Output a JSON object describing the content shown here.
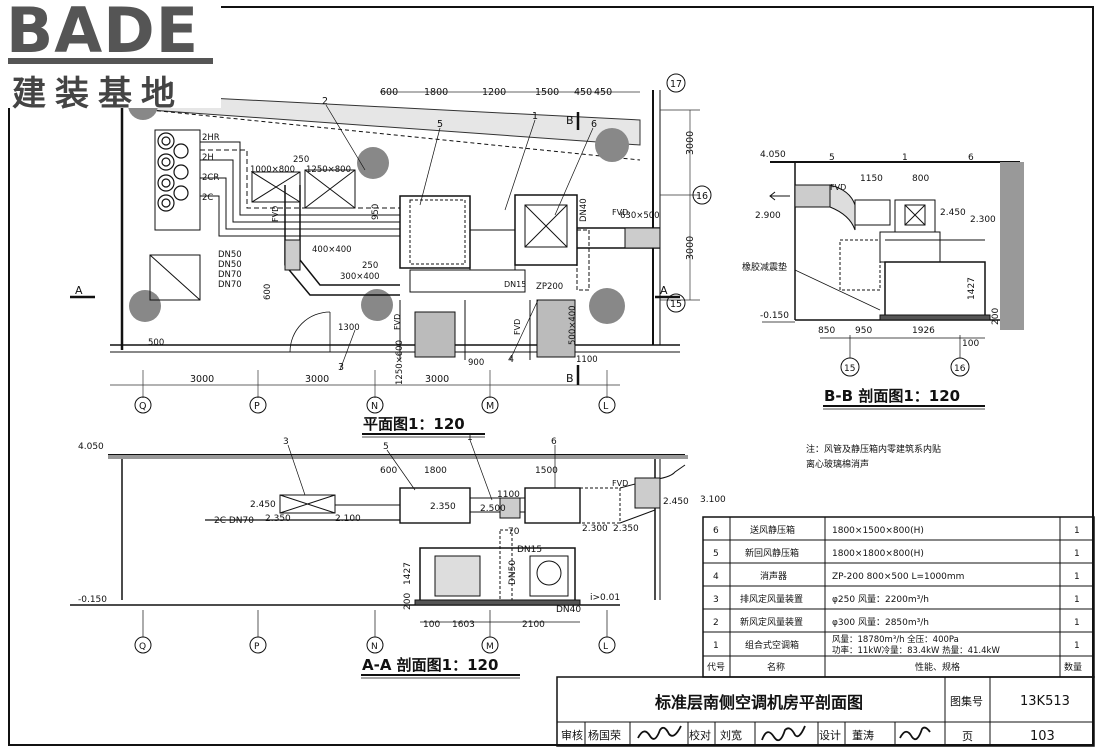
{
  "logo": {
    "brand": "BADE",
    "sub": "建装基地"
  },
  "plan": {
    "title": "平面图1：120",
    "dims_top": [
      "600",
      "1800",
      "1200",
      "1500",
      "450",
      "450"
    ],
    "dims_bottom": [
      "3000",
      "3000",
      "3000"
    ],
    "axes_bottom": [
      "Q",
      "P",
      "N",
      "M",
      "L"
    ],
    "axes_right": [
      "17",
      "16",
      "15"
    ],
    "right_dims": [
      "3000",
      "3000"
    ],
    "pipe_labels": [
      "2HR",
      "2H",
      "2CR",
      "2C",
      "DN50",
      "DN50",
      "DN70",
      "DN70"
    ],
    "duct_labels": [
      "1000×800",
      "250",
      "1250×800",
      "400×400",
      "300×400",
      "250",
      "ZP200",
      "DN40",
      "630×500",
      "500",
      "1300",
      "1250×600",
      "900",
      "1100",
      "500×400",
      "600",
      "950",
      "DN15"
    ],
    "callouts": [
      "2",
      "5",
      "1",
      "6",
      "3",
      "4"
    ],
    "section_marks": [
      "A",
      "A",
      "B",
      "B"
    ],
    "fvd": [
      "FVD",
      "FVD",
      "FVD",
      "FVD"
    ]
  },
  "section_bb": {
    "title": "B-B 剖面图1：120",
    "elev_top": "4.050",
    "elev_duct": "2.900",
    "elev_mid1": "2.450",
    "elev_mid2": "2.300",
    "elev_low": "-0.150",
    "dims": [
      "850",
      "950",
      "1926",
      "100",
      "1150",
      "800",
      "1427",
      "200"
    ],
    "callouts": [
      "5",
      "1",
      "6"
    ],
    "label_pad": "橡胶减震垫",
    "axes": [
      "15",
      "16"
    ],
    "fvd": "FVD"
  },
  "section_aa": {
    "title": "A-A 剖面图1：120",
    "elev_top": "4.050",
    "elev_low": "-0.150",
    "elevs": [
      "2.450",
      "2.350",
      "2.100",
      "2.350",
      "2.500",
      "2.300",
      "2.350",
      "2.450",
      "3.100"
    ],
    "dims_top": [
      "600",
      "1800",
      "1500",
      "1100"
    ],
    "dims_bottom": [
      "100",
      "1603",
      "2100"
    ],
    "pipe": "2C DN70",
    "slope": "i>0.01",
    "callouts": [
      "3",
      "1",
      "5",
      "6"
    ],
    "axes": [
      "Q",
      "P",
      "N",
      "M",
      "L"
    ],
    "fvd": "FVD",
    "misc": [
      "1427",
      "200",
      "DN40",
      "DN15",
      "DN50",
      "70"
    ]
  },
  "note": {
    "line1": "注：风管及静压箱内零建筑系内贴",
    "line2": "离心玻璃棉消声"
  },
  "table": {
    "headers": {
      "no": "代号",
      "name": "名称",
      "spec": "性能、规格",
      "qty": "数量"
    },
    "rows": [
      {
        "no": "6",
        "name": "送风静压箱",
        "spec": "1800×1500×800(H)",
        "spec2": "",
        "qty": "1"
      },
      {
        "no": "5",
        "name": "新回风静压箱",
        "spec": "1800×1800×800(H)",
        "spec2": "",
        "qty": "1"
      },
      {
        "no": "4",
        "name": "消声器",
        "spec": "ZP-200  800×500  L=1000mm",
        "spec2": "",
        "qty": "1"
      },
      {
        "no": "3",
        "name": "排风定风量装置",
        "spec": "φ250 风量：2200m³/h",
        "spec2": "",
        "qty": "1"
      },
      {
        "no": "2",
        "name": "新风定风量装置",
        "spec": "φ300 风量：2850m³/h",
        "spec2": "",
        "qty": "1"
      },
      {
        "no": "1",
        "name": "组合式空调箱",
        "spec": "风量：18780m³/h 全压：400Pa",
        "spec2": "功率：11kW冷量：83.4kW 热量：41.4kW",
        "qty": "1"
      }
    ]
  },
  "titleblock": {
    "title": "标准层南侧空调机房平剖面图",
    "atlas_label": "图集号",
    "atlas_no": "13K513",
    "page_label": "页",
    "page_no": "103",
    "review_label": "审核",
    "review_name": "杨国荣",
    "check_label": "校对",
    "check_name": "刘宽",
    "design_label": "设计",
    "design_name": "董涛"
  }
}
